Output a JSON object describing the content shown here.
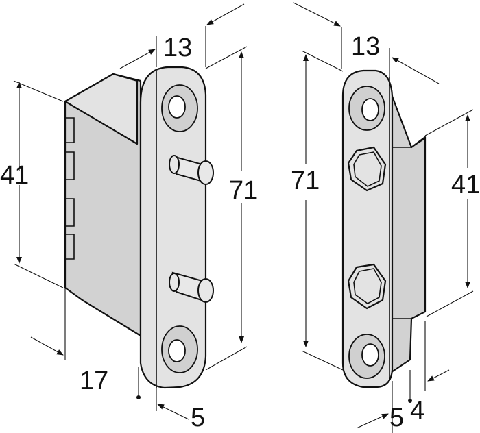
{
  "diagram": {
    "left_view": {
      "dim_width_top": "13",
      "dim_height_body": "41",
      "dim_height_total": "71",
      "dim_depth": "17",
      "dim_thickness": "5"
    },
    "right_view": {
      "dim_width_top": "13",
      "dim_height_total": "71",
      "dim_height_body": "41",
      "dim_thickness": "5",
      "dim_offset": "4"
    }
  }
}
